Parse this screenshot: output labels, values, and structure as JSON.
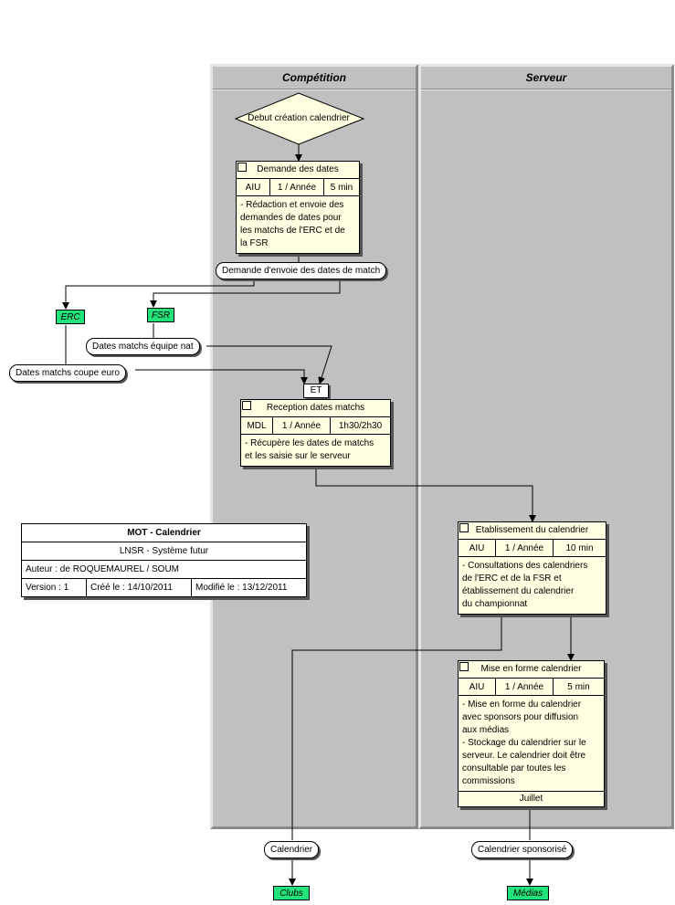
{
  "lanes": {
    "competition": "Compétition",
    "serveur": "Serveur"
  },
  "start_event": "Debut création calendrier",
  "ops": {
    "demande": {
      "title": "Demande des dates",
      "actor": "AIU",
      "freq": "1 / Année",
      "duration": "5 min",
      "desc": "- Rédaction et envoie des\ndemandes de dates pour\nles matchs de l'ERC et de\nla FSR"
    },
    "reception": {
      "title": "Reception dates matchs",
      "actor": "MDL",
      "freq": "1 / Année",
      "duration": "1h30/2h30",
      "desc": "- Récupère les dates de matchs\net les saisie sur le serveur"
    },
    "etablissement": {
      "title": "Etablissement du calendrier",
      "actor": "AIU",
      "freq": "1 / Année",
      "duration": "10 min",
      "desc": "- Consultations des calendriers\nde l'ERC et de la FSR et\nétablissement du calendrier\ndu championnat"
    },
    "miseenforme": {
      "title": "Mise en forme calendrier",
      "actor": "AIU",
      "freq": "1 / Année",
      "duration": "5 min",
      "desc": "- Mise en forme du calendrier\navec sponsors pour diffusion\naux médias\n- Stockage du calendrier sur le\nserveur. Le calendrier doit être\nconsultable par toutes les\ncommissions",
      "footer": "Juillet"
    }
  },
  "events": {
    "demande_envoi": "Demande d'envoie des dates de match",
    "dates_nat": "Dates matchs équipe nat",
    "dates_euro": "Dates matchs coupe euro",
    "calendrier": "Calendrier",
    "calendrier_sponsorise": "Calendrier sponsorisé"
  },
  "actors": {
    "erc": "ERC",
    "fsr": "FSR",
    "clubs": "Clubs",
    "medias": "Médias"
  },
  "sync": "ET",
  "info": {
    "title": "MOT - Calendrier",
    "system": "LNSR - Système futur",
    "author": "Auteur : de ROQUEMAUREL / SOUM",
    "version": "Version : 1",
    "created": "Créé le : 14/10/2011",
    "modified": "Modifié le : 13/12/2011"
  },
  "colors": {
    "lane": "#c0c0c0",
    "operation": "#ffffe1",
    "actor": "#22e27a"
  }
}
